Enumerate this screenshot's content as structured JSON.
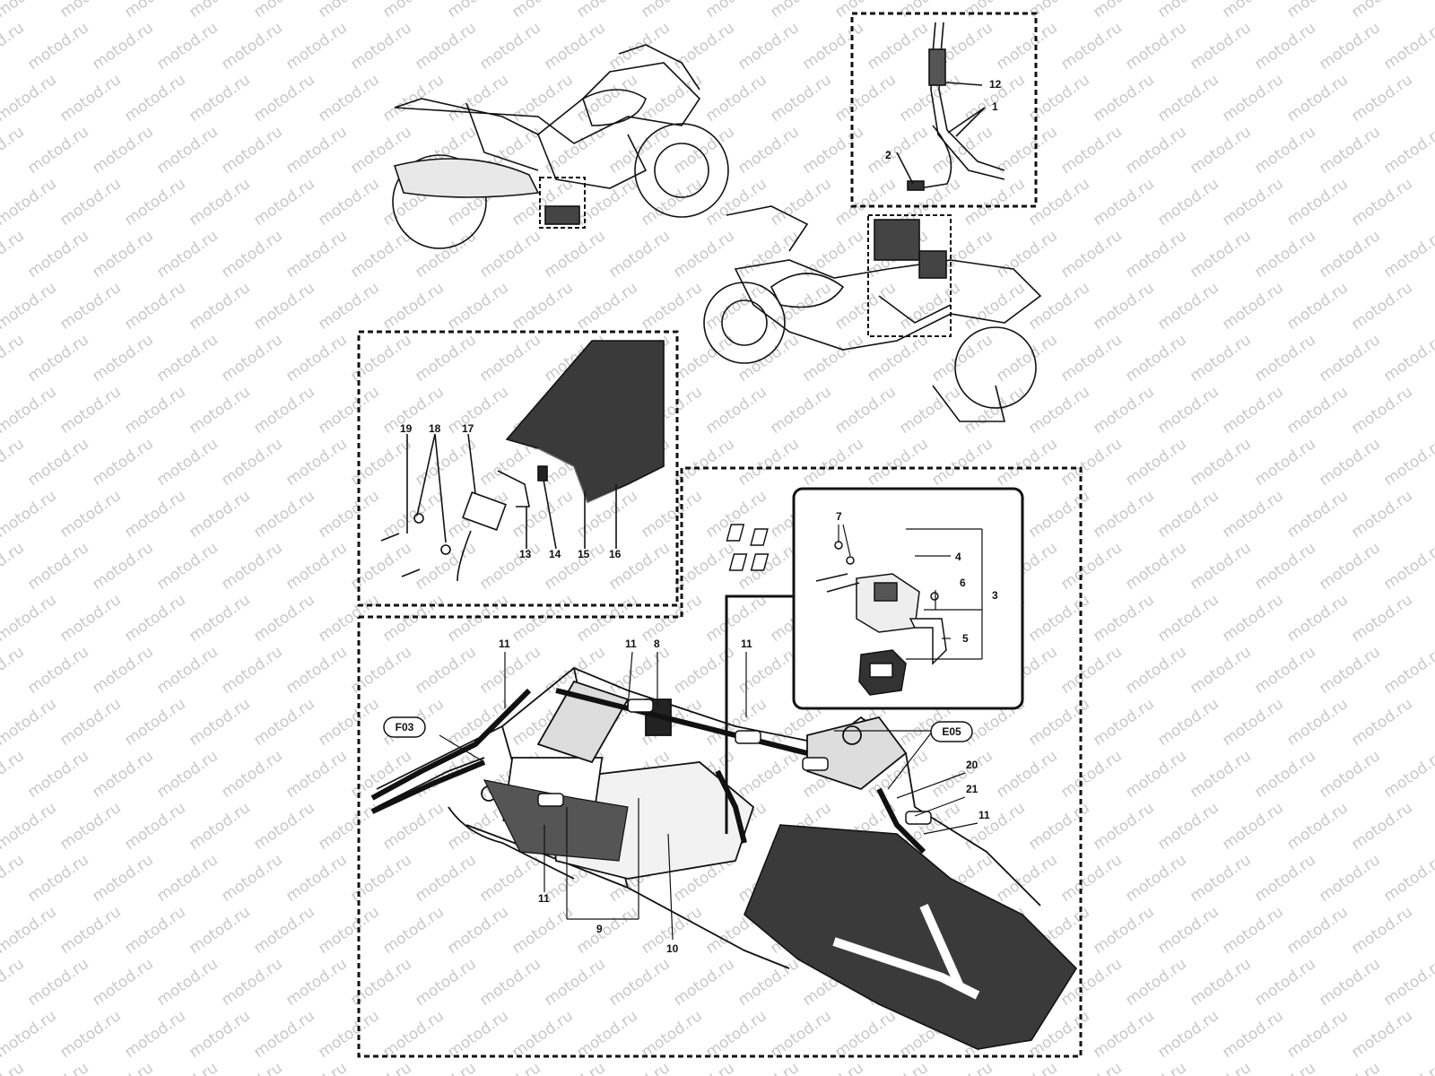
{
  "watermark": {
    "text": "motod.ru"
  },
  "detail_panels": [
    {
      "name": "connector-detail",
      "labels": [
        {
          "id": "c12",
          "text": "12"
        },
        {
          "id": "c1",
          "text": "1"
        },
        {
          "id": "c2",
          "text": "2"
        }
      ]
    },
    {
      "name": "sensor-detail",
      "labels": [
        {
          "id": "s19",
          "text": "19"
        },
        {
          "id": "s18",
          "text": "18"
        },
        {
          "id": "s17",
          "text": "17"
        },
        {
          "id": "s13",
          "text": "13"
        },
        {
          "id": "s14",
          "text": "14"
        },
        {
          "id": "s15",
          "text": "15"
        },
        {
          "id": "s16",
          "text": "16"
        }
      ]
    },
    {
      "name": "fuse-box-detail",
      "labels": [
        {
          "id": "f7",
          "text": "7"
        },
        {
          "id": "f4",
          "text": "4"
        },
        {
          "id": "f6",
          "text": "6"
        },
        {
          "id": "f3",
          "text": "3"
        },
        {
          "id": "f5",
          "text": "5"
        }
      ]
    },
    {
      "name": "frame-harness-detail",
      "labels": [
        {
          "id": "h11a",
          "text": "11"
        },
        {
          "id": "h11b",
          "text": "11"
        },
        {
          "id": "h8",
          "text": "8"
        },
        {
          "id": "h11c",
          "text": "11"
        },
        {
          "id": "h20",
          "text": "20"
        },
        {
          "id": "h21",
          "text": "21"
        },
        {
          "id": "h11d",
          "text": "11"
        },
        {
          "id": "h11e",
          "text": "11"
        },
        {
          "id": "h9",
          "text": "9"
        },
        {
          "id": "h10",
          "text": "10"
        }
      ],
      "tags": [
        {
          "id": "tF03",
          "text": "F03"
        },
        {
          "id": "tE05",
          "text": "E05"
        }
      ]
    }
  ],
  "colors": {
    "line": "#111111",
    "dark_fill": "#3a3a3a",
    "watermark": "#c8c8c8"
  }
}
